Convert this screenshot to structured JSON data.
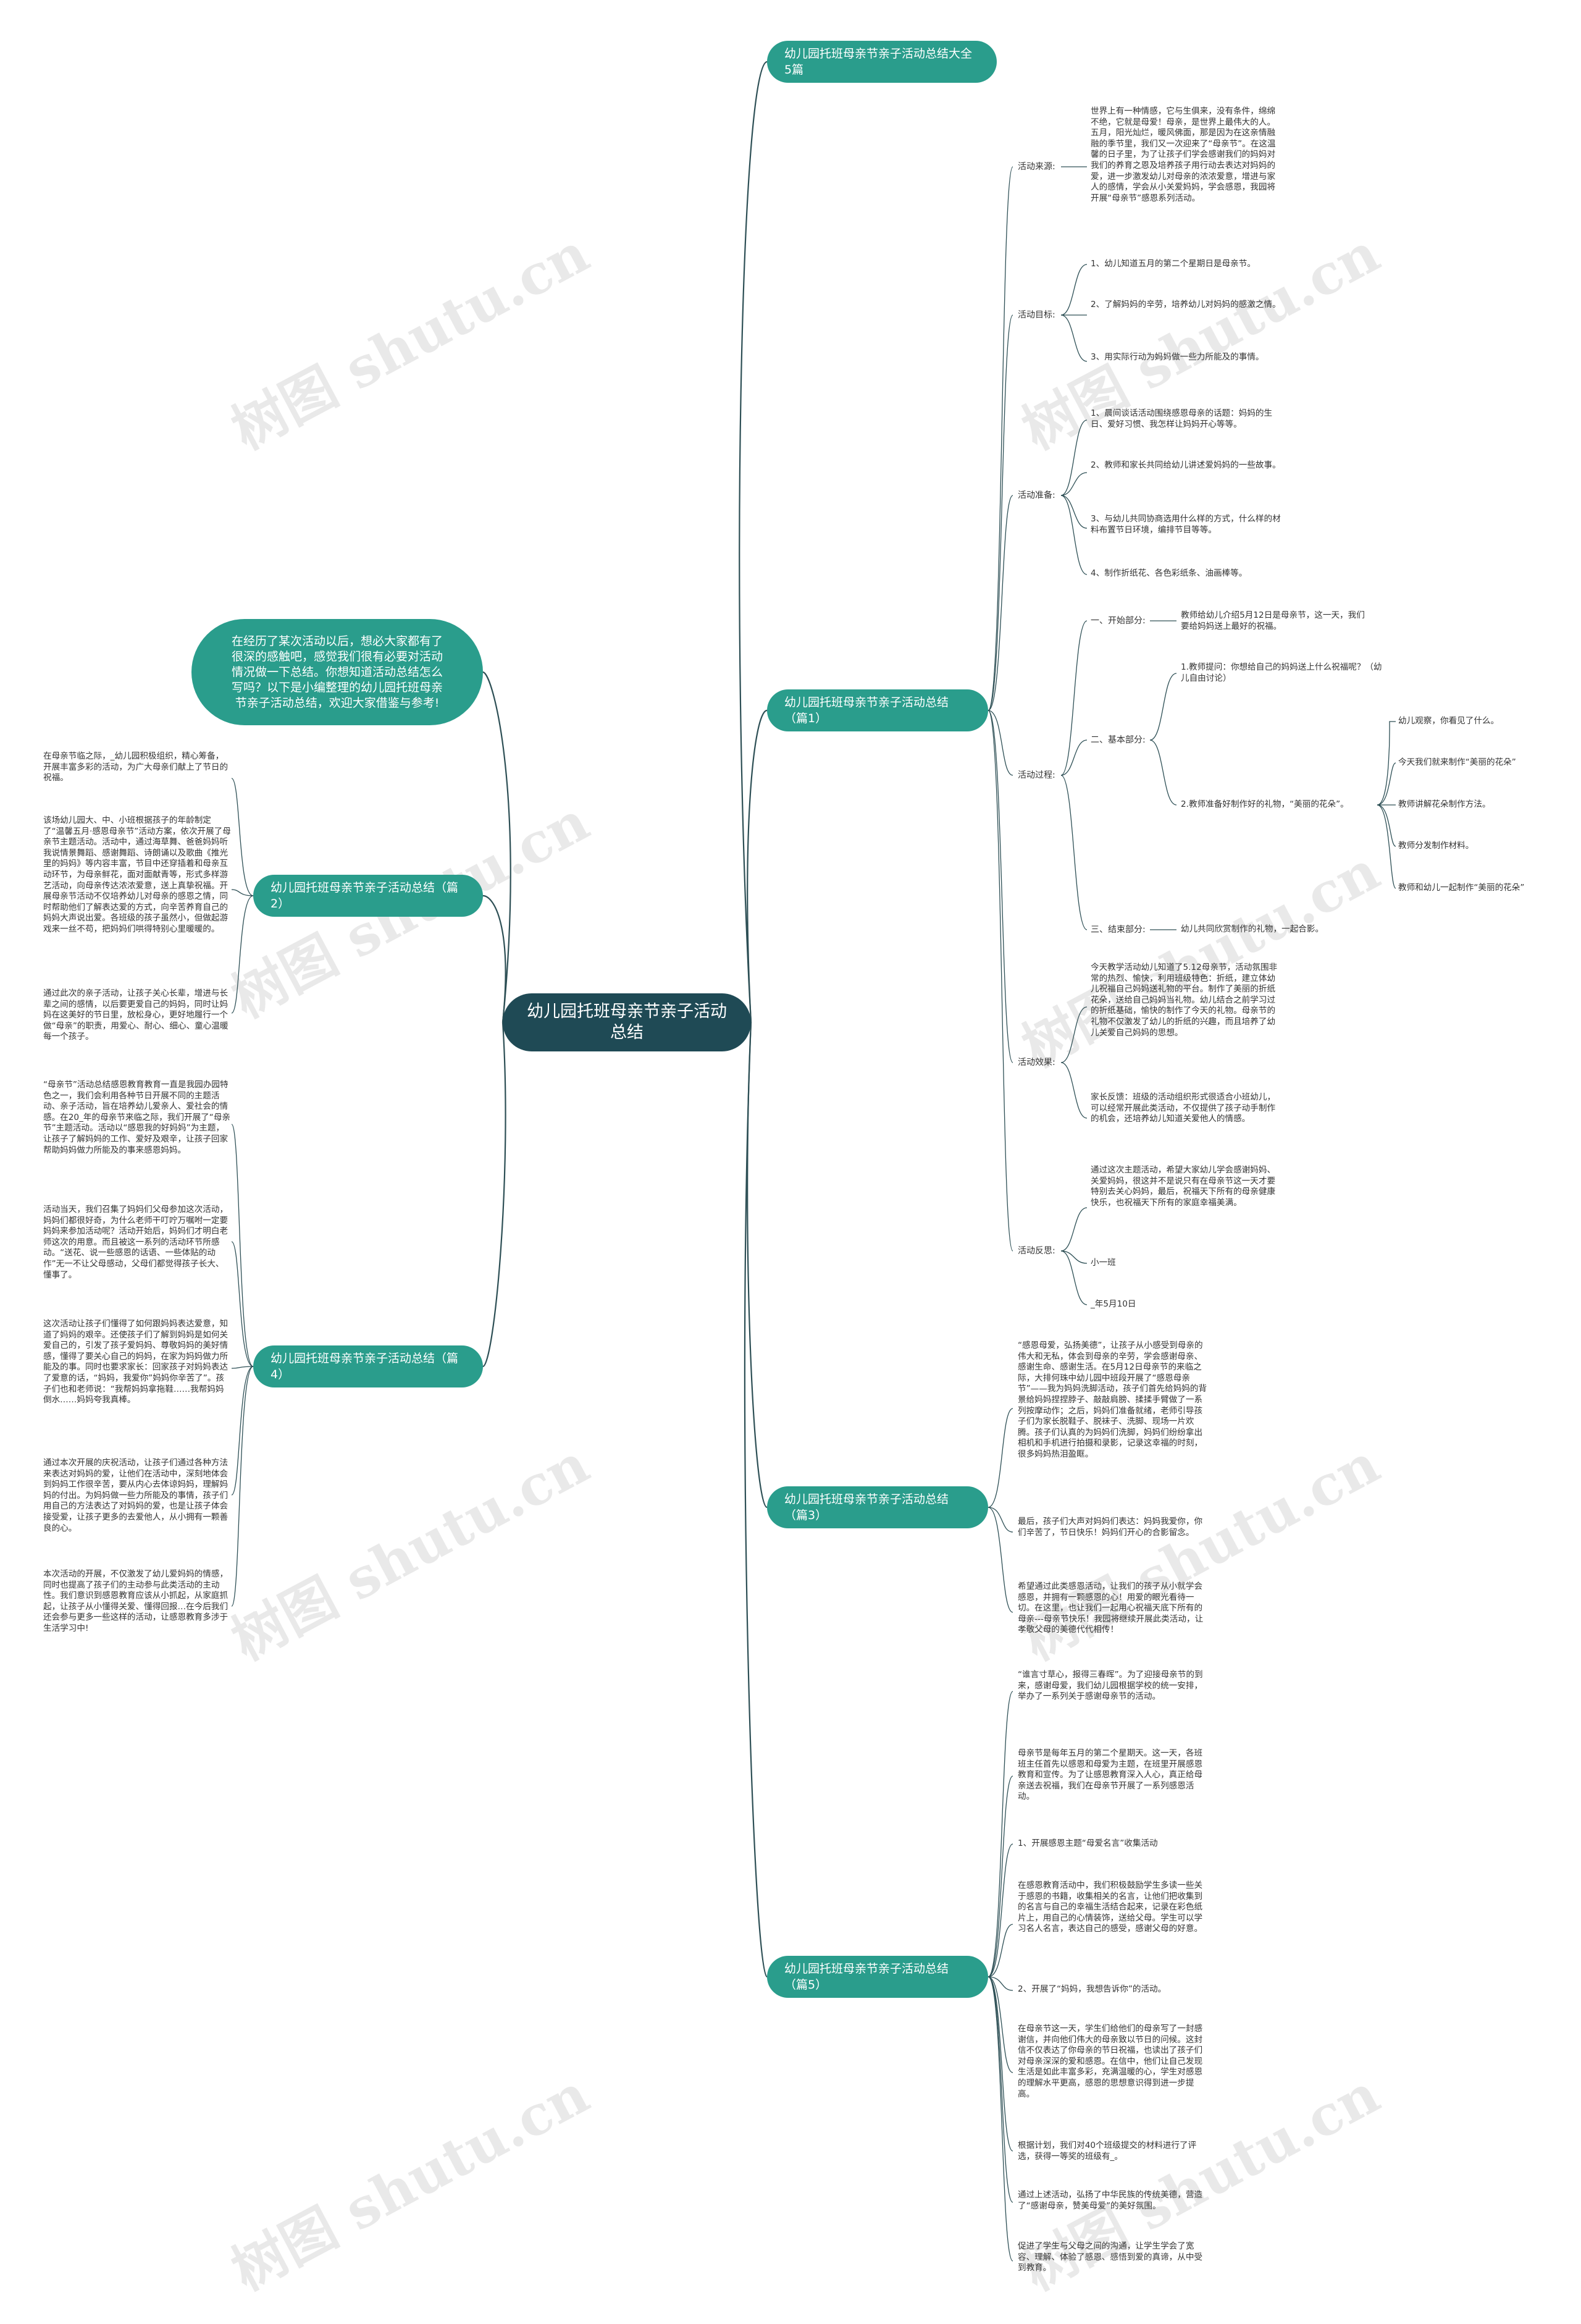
{
  "watermark": "树图 shutu.cn",
  "root": "幼儿园托班母亲节亲子活动总结",
  "intro": "在经历了某次活动以后，想必大家都有了很深的感触吧，感觉我们很有必要对活动情况做一下总结。你想知道活动总结怎么写吗？以下是小编整理的幼儿园托班母亲节亲子活动总结，欢迎大家借鉴与参考!",
  "right_branches": {
    "b0": "幼儿园托班母亲节亲子活动总结大全5篇",
    "b1": "幼儿园托班母亲节亲子活动总结（篇1）",
    "b3": "幼儿园托班母亲节亲子活动总结（篇3）",
    "b5": "幼儿园托班母亲节亲子活动总结（篇5）"
  },
  "left_branches": {
    "b2": "幼儿园托班母亲节亲子活动总结（篇2）",
    "b4": "幼儿园托班母亲节亲子活动总结（篇4）"
  },
  "p1": {
    "labels": {
      "laiyuan": "活动来源:",
      "mubiao": "活动目标:",
      "zhunbei": "活动准备:",
      "guocheng": "活动过程:",
      "xiaoguo": "活动效果:",
      "fansi": "活动反思:"
    },
    "laiyuan_text": "世界上有一种情感，它与生俱来，没有条件，绵绵不绝，它就是母爱！母亲，是世界上最伟大的人。五月，阳光灿烂，暖风佛面，那是因为在这亲情融融的季节里，我们又一次迎来了“母亲节”。在这温馨的日子里，为了让孩子们学会感谢我们的妈妈对我们的养育之恩及培养孩子用行动去表达对妈妈的爱，进一步激发幼儿对母亲的浓浓爱意，增进与家人的感情，学会从小关爱妈妈，学会感恩，我园将开展“母亲节”感恩系列活动。",
    "mubiao": [
      "1、幼儿知道五月的第二个星期日是母亲节。",
      "2、了解妈妈的辛劳，培养幼儿对妈妈的感激之情。",
      "3、用实际行动为妈妈做一些力所能及的事情。"
    ],
    "zhunbei": [
      "1、晨间谈话活动围绕感恩母亲的话题：妈妈的生日、爱好习惯、我怎样让妈妈开心等等。",
      "2、教师和家长共同给幼儿讲述爱妈妈的一些故事。",
      "3、与幼儿共同协商选用什么样的方式，什么样的材料布置节日环境，编排节目等等。",
      "4、制作折纸花、各色彩纸条、油画棒等。"
    ],
    "guocheng": {
      "s1_label": "一、开始部分:",
      "s1_text": "教师给幼儿介绍5月12日是母亲节，这一天，我们要给妈妈送上最好的祝福。",
      "s2_label": "二、基本部分:",
      "q1": "1.教师提问：你想给自己的妈妈送上什么祝福呢？（幼儿自由讨论）",
      "q2": "2.教师准备好制作好的礼物，“美丽的花朵”。",
      "q2_items": [
        "幼儿观察，你看见了什么。",
        "今天我们就来制作“美丽的花朵”",
        "教师讲解花朵制作方法。",
        "教师分发制作材料。",
        "教师和幼儿一起制作“美丽的花朵”"
      ],
      "s3_label": "三、结束部分:",
      "s3_text": "幼儿共同欣赏制作的礼物，一起合影。"
    },
    "xiaoguo": [
      "今天教学活动幼儿知道了5.12母亲节，活动氛围非常的热烈、愉快，利用班级特色：折纸，建立体幼儿祝福自己妈妈送礼物的平台。制作了美丽的折纸花朵，送给自己妈妈当礼物。幼儿结合之前学习过的折纸基础，愉快的制作了今天的礼物。母亲节的礼物不仅激发了幼儿的折纸的兴趣，而且培养了幼儿关爱自己妈妈的思想。",
      "家长反馈：班级的活动组织形式很适合小班幼儿，可以经常开展此类活动，不仅提供了孩子动手制作的机会，还培养幼儿知道关爱他人的情感。"
    ],
    "fansi": [
      "通过这次主题活动，希望大家幼儿学会感谢妈妈、关爱妈妈，很这并不是说只有在母亲节这一天才要特别去关心妈妈，最后，祝福天下所有的母亲健康快乐，也祝福天下所有的家庭幸福美满。",
      "小一班",
      "_年5月10日"
    ]
  },
  "p2_texts": [
    "在母亲节临之际，_幼儿园积极组织，精心筹备，开展丰富多彩的活动，为广大母亲们献上了节日的祝福。",
    "该场幼儿园大、中、小班根据孩子的年龄制定了“温馨五月·感恩母亲节”活动方案，依次开展了母亲节主题活动。活动中，通过海草舞、爸爸妈妈听我说情景舞蹈、感谢舞蹈、诗朗诵以及歌曲《推光里的妈妈》等内容丰富，节目中还穿插着和母亲互动环节，为母亲鲜花，面对面献青等，形式多样游艺活动，向母亲传达浓浓爱意，送上真挚祝福。开展母亲节活动不仅培养幼儿对母亲的感恩之情，同时帮助他们了解表达爱的方式，向辛苦养育自己的妈妈大声说出爱。各班级的孩子虽然小，但做起游戏来一丝不苟，把妈妈们哄得特别心里暖暖的。",
    "通过此次的亲子活动，让孩子关心长辈，增进与长辈之间的感情，以后要更爱自己的妈妈，同时让妈妈在这美好的节日里，放松身心，更好地履行一个做“母亲”的职责，用爱心、耐心、细心、童心温暖每一个孩子。"
  ],
  "p4_texts": [
    "“母亲节”活动总结感恩教育教育一直是我园办园特色之一，我们会利用各种节日开展不同的主题活动、亲子活动，旨在培养幼儿爱亲人、爱社会的情感。在20_年的母亲节来临之际，我们开展了“母亲节”主题活动。活动以“感恩我的好妈妈”为主题，让孩子了解妈妈的工作、爱好及艰辛，让孩子回家帮助妈妈做力所能及的事来感恩妈妈。",
    "活动当天，我们召集了妈妈们父母参加这次活动，妈妈们都很好奇，为什么老师干叮咛万嘱咐一定要妈妈来参加活动呢？活动开始后，妈妈们才明白老师这次的用意。而且被这一系列的活动环节所感动。“送花、说一些感恩的话语、一些体贴的动作”无一不让父母感动，父母们都觉得孩子长大、懂事了。",
    "这次活动让孩子们懂得了如何跟妈妈表达爱意，知道了妈妈的艰辛。还使孩子们了解到妈妈是如何关爱自己的，引发了孩子爱妈妈、尊敬妈妈的美好情感，懂得了要关心自己的妈妈，在家为妈妈做力所能及的事。同时也要求家长：回家孩子对妈妈表达了爱意的话，“妈妈，我爱你”妈妈你辛苦了”。孩子们也和老师说：“我帮妈妈拿拖鞋……我帮妈妈倒水……妈妈夸我真棒。",
    "通过本次开展的庆祝活动，让孩子们通过各种方法来表达对妈妈的爱，让他们在活动中，深刻地体会到妈妈工作很辛苦，要从内心去体谅妈妈，理解妈妈的付出。为妈妈做一些力所能及的事情，孩子们用自己的方法表达了对妈妈的爱，也是让孩子体会接受爱，让孩子更多的去爱他人，从小拥有一颗善良的心。",
    "本次活动的开展，不仅激发了幼儿爱妈妈的情感，同时也提高了孩子们的主动参与此类活动的主动性。我们意识到感恩教育应该从小抓起，从家庭抓起，让孩子从小懂得关爱、懂得回报…在今后我们还会参与更多一些这样的活动，让感恩教育多涉于生活学习中!"
  ],
  "p3_texts": [
    "“感恩母爱，弘扬美德”，让孩子从小感受到母亲的伟大和无私，体会到母亲的辛劳，学会感谢母亲、感谢生命、感谢生活。在5月12日母亲节的来临之际，大排何珠中幼儿园中班段开展了“感恩母亲节”——我为妈妈洗脚活动，孩子们首先给妈妈的背景给妈妈捏捏脖子、敲敲肩膀、揉揉手臂做了一系列按摩动作；之后，妈妈们准备就绪，老师引导孩子们为家长脱鞋子、脱袜子、洗脚、现场一片欢腾。孩子们认真的为妈妈们洗脚，妈妈们纷纷拿出相机和手机进行拍摄和录影，记录这幸福的时刻，很多妈妈热泪盈眶。",
    "最后，孩子们大声对妈妈们表达：妈妈我爱你，你们辛苦了，节日快乐！妈妈们开心的合影留念。",
    "希望通过此类感恩活动，让我们的孩子从小就学会感恩，并拥有一颗感恩的心！用爱的眼光看待一切。在这里，也让我们一起用心祝福天底下所有的母亲---母亲节快乐！我园将继续开展此类活动，让孝敬父母的美德代代相传！"
  ],
  "p5_texts": [
    "“谁言寸草心，报得三春晖”。为了迎接母亲节的到来，感谢母爱，我们幼儿园根据学校的统一安排，举办了一系列关于感谢母亲节的活动。",
    "母亲节是每年五月的第二个星期天。这一天，各班班主任首先以感恩和母爱为主题，在班里开展感恩教育和宣传。为了让感恩教育深入人心，真正给母亲送去祝福，我们在母亲节开展了一系列感恩活动。",
    "1、开展感恩主题“母爱名言”收集活动",
    "在感恩教育活动中，我们积极鼓励学生多读一些关于感恩的书籍，收集相关的名言，让他们把收集到的名言与自己的幸福生活结合起来，记录在彩色纸片上，用自己的心情装饰，送给父母。学生可以学习名人名言，表达自己的感受，感谢父母的好意。",
    "2、开展了“妈妈，我想告诉你”的活动。",
    "在母亲节这一天，学生们给他们的母亲写了一封感谢信，并向他们伟大的母亲致以节日的问候。这封信不仅表达了你母亲的节日祝福，也读出了孩子们对母亲深深的爱和感恩。在信中，他们让自己发现生活是如此丰富多彩，充满温暖的心，学生对感恩的理解水平更高，感恩的思想意识得到进一步提高。",
    "根据计划，我们对40个班级提交的材料进行了评选，获得一等奖的班级有_。",
    "通过上述活动，弘扬了中华民族的传统美德，营造了“感谢母亲，赞美母爱”的美好氛围。",
    "促进了学生与父母之间的沟通，让学生学会了宽容、理解、体验了感恩、感悟到爱的真谛，从中受到教育。"
  ]
}
